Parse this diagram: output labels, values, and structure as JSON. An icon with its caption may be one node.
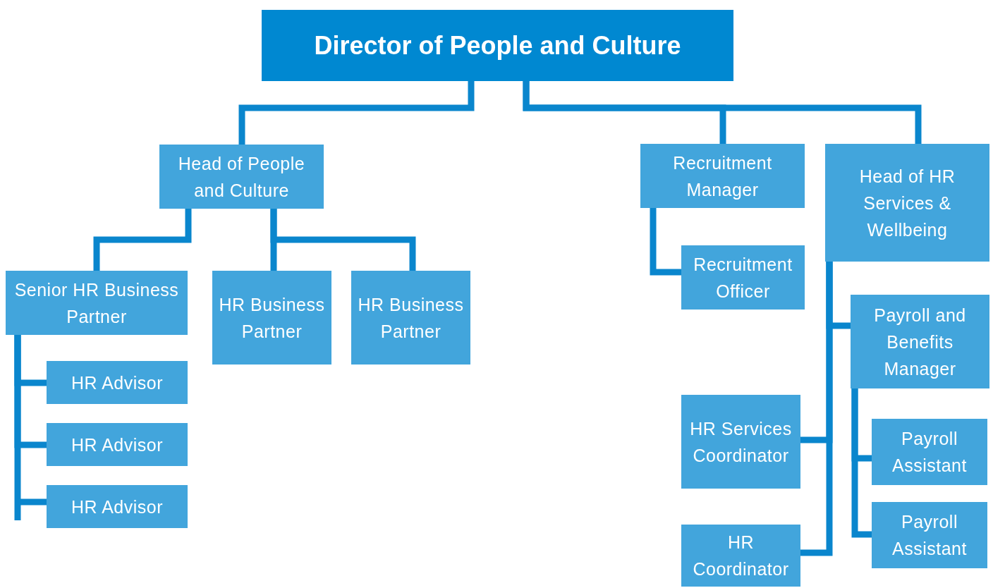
{
  "diagram": {
    "nodes": [
      {
        "text": [
          "Director of People and Culture"
        ]
      },
      {
        "text": [
          "Head of People and Culture"
        ]
      },
      {
        "text": [
          "Recruitment Manager"
        ]
      },
      {
        "text": [
          "Head of HR Services & Wellbeing"
        ]
      },
      {
        "text": [
          "Senior HR Business Partner"
        ]
      },
      {
        "text": [
          "HR Business Partner"
        ]
      },
      {
        "text": [
          "HR Business Partner"
        ]
      },
      {
        "text": [
          "Recruitment Officer"
        ]
      },
      {
        "text": [
          "Payroll and Benefits Manager"
        ]
      },
      {
        "text": [
          "HR Advisor"
        ]
      },
      {
        "text": [
          "HR Advisor"
        ]
      },
      {
        "text": [
          "HR Advisor"
        ]
      },
      {
        "text": [
          "HR Services Coordinator"
        ]
      },
      {
        "text": [
          "Payroll Assistant"
        ]
      },
      {
        "text": [
          "HR Coordinator"
        ]
      },
      {
        "text": [
          "Payroll Assistant"
        ]
      }
    ],
    "edges": [
      {
        "from": 0,
        "to": 1,
        "arrow": "none"
      },
      {
        "from": 0,
        "to": 2,
        "arrow": "none"
      },
      {
        "from": 0,
        "to": 3,
        "arrow": "none"
      },
      {
        "from": 1,
        "to": 4,
        "arrow": "none"
      },
      {
        "from": 1,
        "to": 5,
        "arrow": "none"
      },
      {
        "from": 1,
        "to": 6,
        "arrow": "none"
      },
      {
        "from": 2,
        "to": 7,
        "arrow": "none"
      },
      {
        "from": 4,
        "to": 9,
        "arrow": "none"
      },
      {
        "from": 4,
        "to": 10,
        "arrow": "none"
      },
      {
        "from": 4,
        "to": 11,
        "arrow": "none"
      },
      {
        "from": 3,
        "to": 8,
        "arrow": "none"
      },
      {
        "from": 3,
        "to": 12,
        "arrow": "none"
      },
      {
        "from": 3,
        "to": 14,
        "arrow": "none"
      },
      {
        "from": 8,
        "to": 13,
        "arrow": "none"
      },
      {
        "from": 8,
        "to": 15,
        "arrow": "none"
      }
    ]
  }
}
